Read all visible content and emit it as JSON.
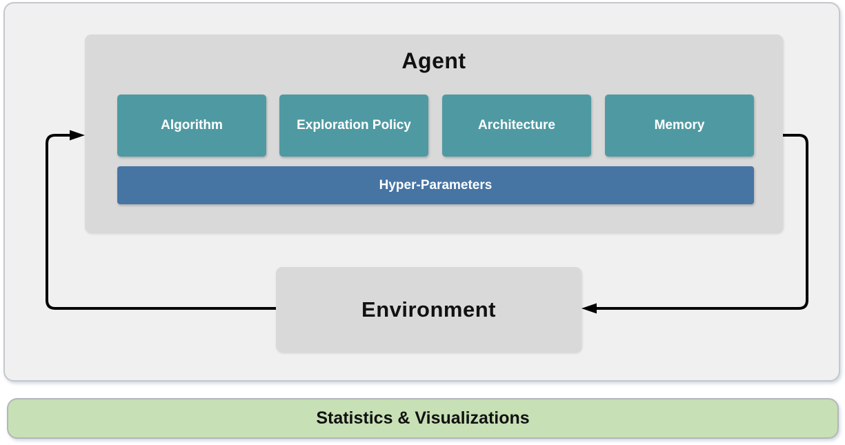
{
  "diagram": {
    "agent": {
      "title": "Agent",
      "modules": [
        {
          "label": "Algorithm"
        },
        {
          "label": "Exploration Policy"
        },
        {
          "label": "Architecture"
        },
        {
          "label": "Memory"
        }
      ],
      "hyperparameters_label": "Hyper-Parameters"
    },
    "environment": {
      "title": "Environment"
    },
    "footer": {
      "label": "Statistics & Visualizations"
    },
    "arrows": [
      {
        "name": "environment-to-agent-arrow",
        "from": "Environment",
        "to": "Agent",
        "side": "left"
      },
      {
        "name": "agent-to-environment-arrow",
        "from": "Agent",
        "to": "Environment",
        "side": "right"
      }
    ],
    "colors": {
      "module_teal": "#4f9aa2",
      "hyperparameters_blue": "#4674a3",
      "box_gray": "#d9d9d9",
      "panel_gray": "#f0f0f1",
      "footer_green": "#c7e0b5",
      "arrow_black": "#000000"
    }
  }
}
